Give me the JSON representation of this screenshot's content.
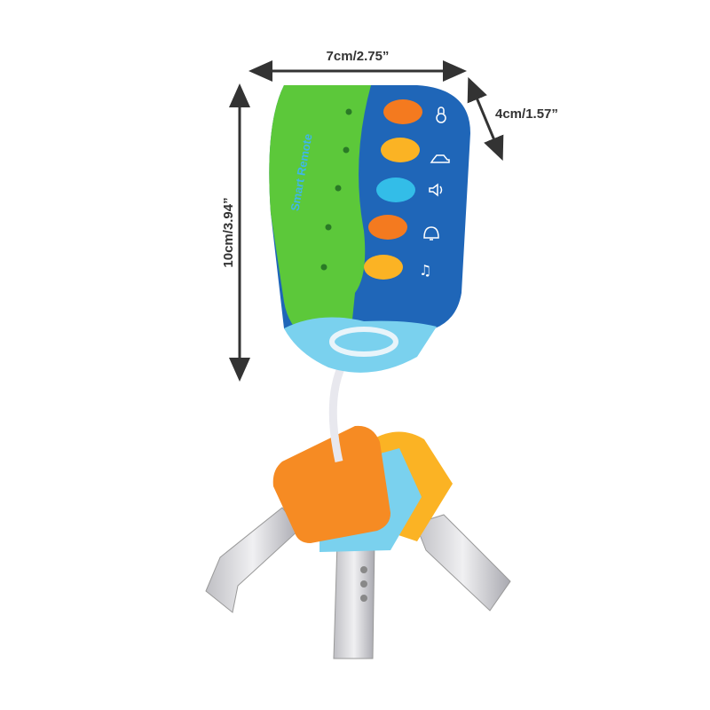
{
  "dimensions": {
    "width_label": "7cm/2.75”",
    "depth_label": "4cm/1.57”",
    "height_label": "10cm/3.94”"
  },
  "product": {
    "brand_text": "Smart Remote",
    "buttons": [
      {
        "color": "#f47a1f",
        "icon": "lock-icon"
      },
      {
        "color": "#fbb324",
        "icon": "car-icon"
      },
      {
        "color": "#33bde8",
        "icon": "speaker-icon"
      },
      {
        "color": "#f47a1f",
        "icon": "bell-icon"
      },
      {
        "color": "#fbb324",
        "icon": "music-note-icon"
      }
    ]
  },
  "colors": {
    "green": "#5cc83a",
    "blue": "#1f66b8",
    "arrow": "#333333"
  }
}
